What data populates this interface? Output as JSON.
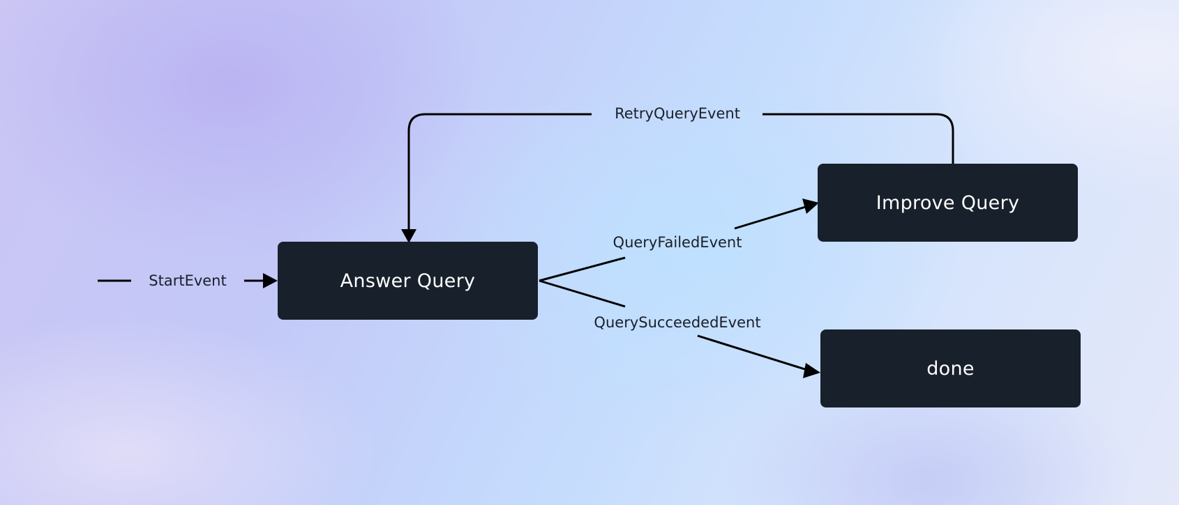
{
  "diagram": {
    "nodes": {
      "answer_query": "Answer Query",
      "improve_query": "Improve Query",
      "done": "done"
    },
    "edges": {
      "start": "StartEvent",
      "retry": "RetryQueryEvent",
      "failed": "QueryFailedEvent",
      "succeeded": "QuerySucceededEvent"
    }
  },
  "colors": {
    "node_fill": "#18202b",
    "node_text": "#ffffff",
    "edge_stroke": "#000000"
  }
}
